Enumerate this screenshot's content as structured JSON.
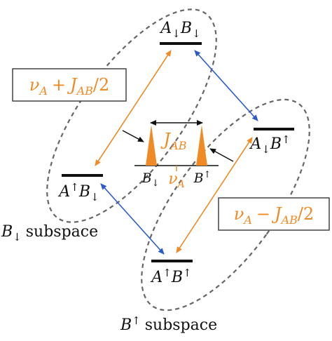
{
  "colors": {
    "level": "#111111",
    "orange": "#f08a24",
    "blue": "#2a5bc9",
    "ellipse": "#666666",
    "box": "#444444",
    "black": "#111111"
  },
  "states": {
    "top": {
      "a": "A",
      "a_spin": "↓",
      "b": "B",
      "b_spin": "↓"
    },
    "right": {
      "a": "A",
      "a_spin": "↓",
      "b": "B",
      "b_spin": "↑"
    },
    "left": {
      "a": "A",
      "a_spin": "↑",
      "b": "B",
      "b_spin": "↓"
    },
    "bottom": {
      "a": "A",
      "a_spin": "↑",
      "b": "B",
      "b_spin": "↑"
    }
  },
  "subspaces": {
    "b_down": {
      "sym": "B",
      "spin": "↓",
      "word": "subspace"
    },
    "b_up": {
      "sym": "B",
      "spin": "↑",
      "word": "subspace"
    }
  },
  "boxes": {
    "plus": {
      "nu": "ν",
      "nu_sub": "A",
      "op": "+",
      "j": "J",
      "j_sub": "AB",
      "tail": "/2"
    },
    "minus": {
      "nu": "ν",
      "nu_sub": "A",
      "op": "−",
      "j": "J",
      "j_sub": "AB",
      "tail": "/2"
    }
  },
  "spectrum": {
    "j": "J",
    "j_sub": "AB",
    "center_nu": "ν",
    "center_sub": "A",
    "left_b": "B",
    "left_spin": "↓",
    "right_b": "B",
    "right_spin": "↑"
  }
}
